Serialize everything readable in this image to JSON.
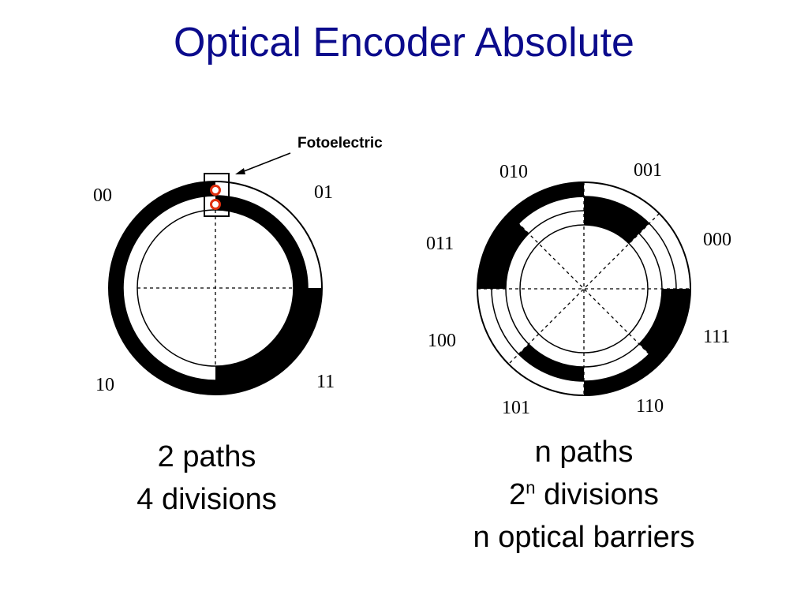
{
  "slide": {
    "title": "Optical Encoder Absolute"
  },
  "left_encoder": {
    "sensor_label": "Fotoelectric",
    "sector_labels": [
      "00",
      "01",
      "10",
      "11"
    ],
    "caption_line1": "2 paths",
    "caption_line2": "4 divisions"
  },
  "right_encoder": {
    "sector_labels": [
      "010",
      "001",
      "011",
      "000",
      "100",
      "111",
      "101",
      "110"
    ],
    "caption_line1": "n paths",
    "caption_line2_base": "2",
    "caption_line2_exp": "n",
    "caption_line2_rest": " divisions",
    "caption_line3": "n optical barriers"
  },
  "colors": {
    "title": "#0b0b8c",
    "sensor": "#e03010",
    "ink": "#000000"
  }
}
